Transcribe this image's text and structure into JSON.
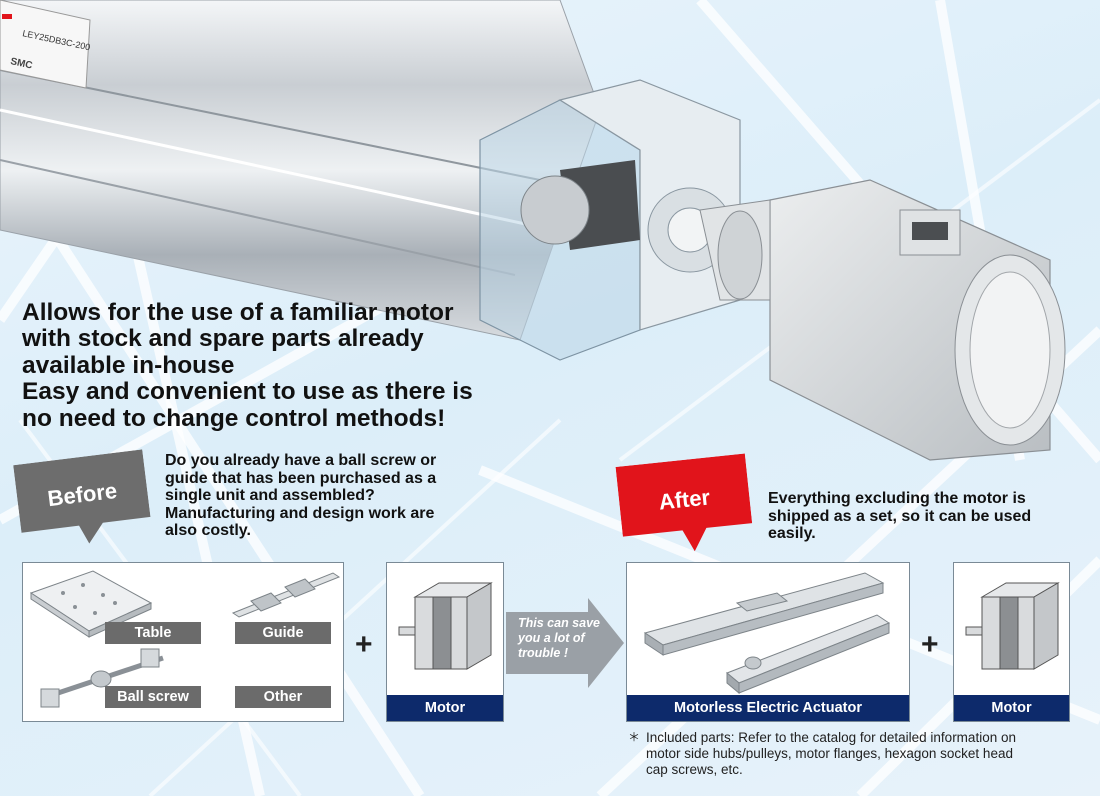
{
  "headline": {
    "lines": [
      "Allows for the use of a familiar motor",
      "with stock and spare parts already",
      "available in-house",
      "Easy and convenient to use as there is",
      "no need to change control methods!"
    ]
  },
  "before": {
    "bubble_label": "Before",
    "description": [
      "Do you already have a ball screw or",
      "guide that has been purchased as a",
      "single unit and assembled?",
      "Manufacturing and design work are",
      "also costly."
    ],
    "parts": {
      "table": "Table",
      "guide": "Guide",
      "ball_screw": "Ball screw",
      "other": "Other"
    },
    "motor_label": "Motor"
  },
  "arrow": {
    "lines": [
      "This can save",
      "you a lot of",
      "trouble !"
    ]
  },
  "after": {
    "bubble_label": "After",
    "description": [
      "Everything excluding the motor is",
      "shipped as a set, so it can be used",
      "easily."
    ],
    "actuator_label": "Motorless Electric Actuator",
    "motor_label": "Motor"
  },
  "plus_symbol": "+",
  "note": {
    "mark": "＊",
    "lines": [
      "Included parts: Refer to the catalog for detailed information on",
      "motor side hubs/pulleys, motor flanges, hexagon socket head",
      "cap screws, etc."
    ]
  },
  "product_label": {
    "model": "LEY25DB3C-200",
    "brand": "SMC"
  },
  "colors": {
    "before_bubble": "#6d6d6d",
    "after_bubble": "#e1141b",
    "caption_bar": "#0d2a6b",
    "arrow": "#9aa0a6"
  }
}
